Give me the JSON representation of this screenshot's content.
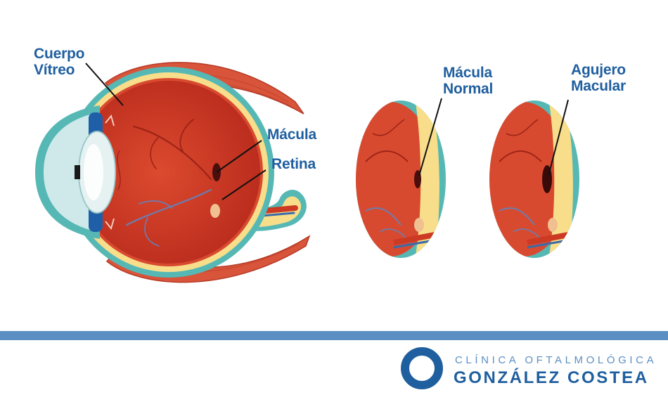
{
  "labels": {
    "vitreous_line1": "Cuerpo",
    "vitreous_line2": "Vítreo",
    "macula": "Mácula",
    "retina": "Retina",
    "normal_line1": "Mácula",
    "normal_line2": "Normal",
    "hole_line1": "Agujero",
    "hole_line2": "Macular"
  },
  "brand": {
    "line1": "CLÍNICA OFTALMOLÓGICA",
    "line2": "GONZÁLEZ COSTEA"
  },
  "colors": {
    "accent": "#1f5f9f",
    "divider": "#5b8fc4",
    "muscle": "#d8543a",
    "eyeball": "#cc3a24",
    "retina_layer": "#f8de8a",
    "sclera_edge": "#56b8b4",
    "cornea": "#cfe9ea",
    "iris": "#1f5fa8",
    "macula_spot": "#4a0f0c"
  },
  "icons": [
    "eye-anatomy-illustration",
    "macula-detail-normal",
    "macula-detail-hole",
    "clinic-logo-ring"
  ]
}
